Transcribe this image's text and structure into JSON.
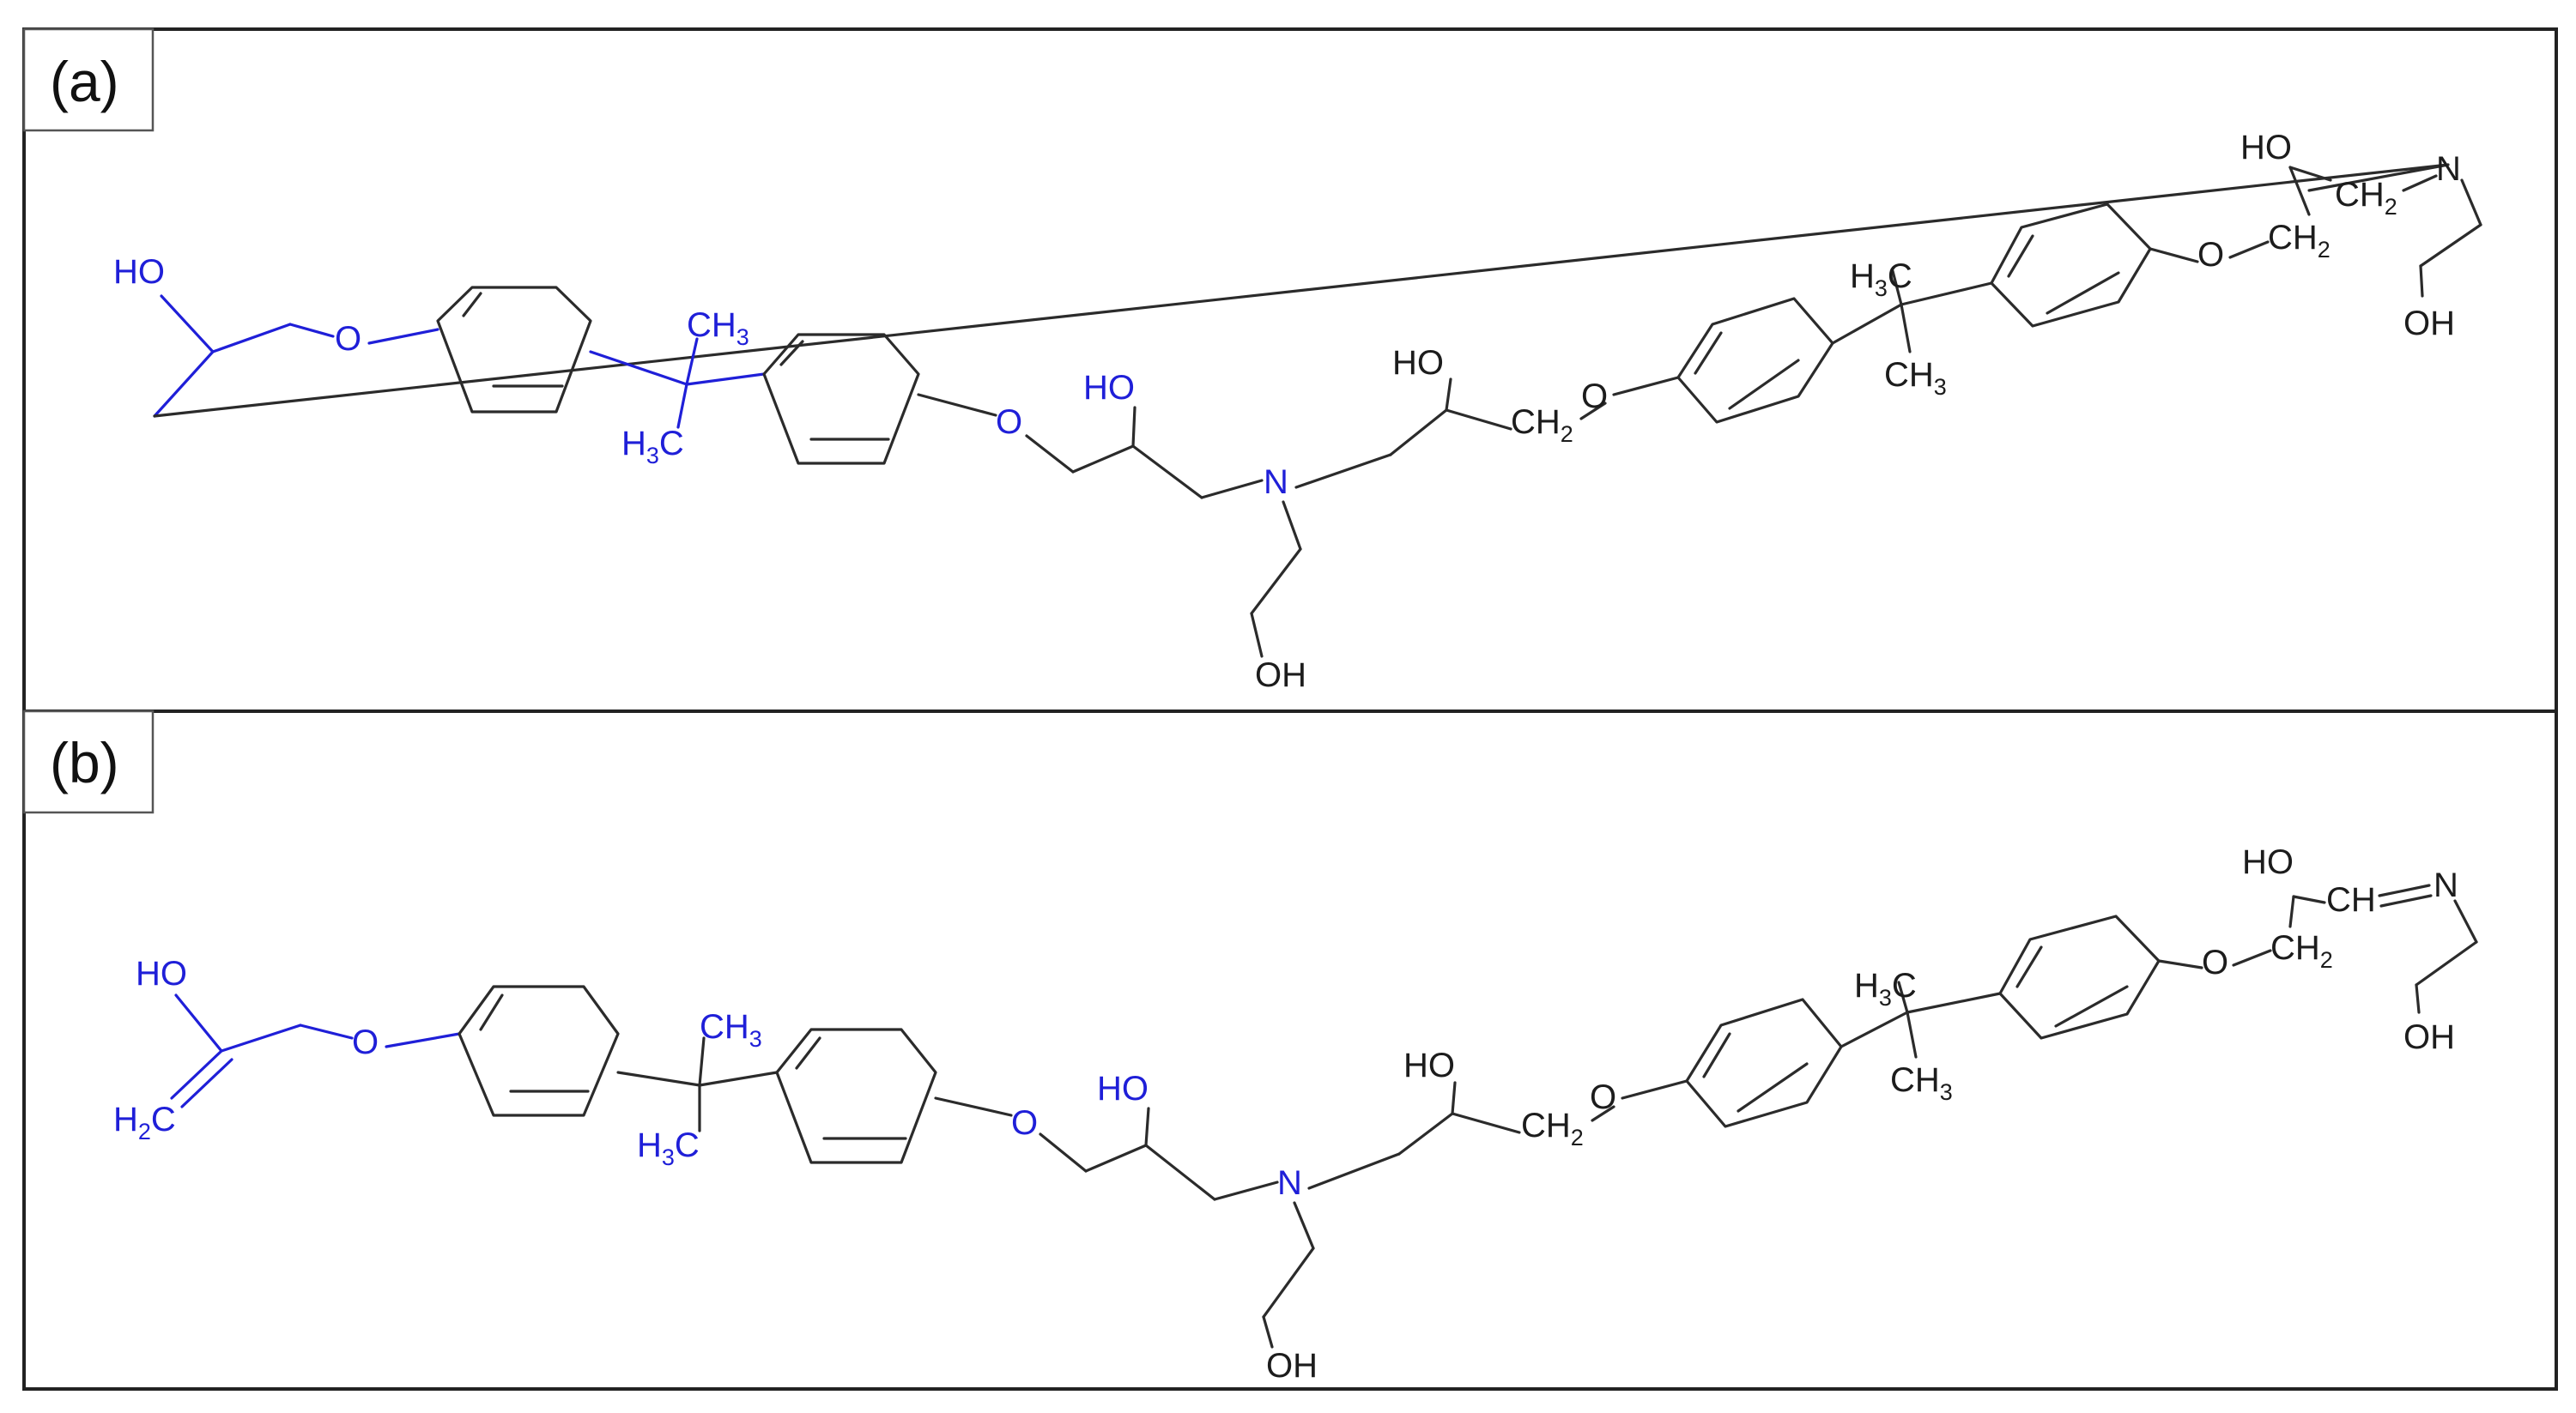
{
  "panels": [
    {
      "label": "(a)"
    },
    {
      "label": "(b)"
    }
  ],
  "atoms": {
    "ho": "HO",
    "oh": "OH",
    "o": "O",
    "n": "N",
    "ch3": "CH",
    "h3c": "H",
    "ch2": "CH",
    "ch": "CH",
    "h2c": "H",
    "c_suffix": "C",
    "sub2": "2",
    "sub3": "3"
  },
  "colors": {
    "highlight": "#1f1fd8",
    "bond": "#2b2b2b",
    "frame": "#222222"
  }
}
